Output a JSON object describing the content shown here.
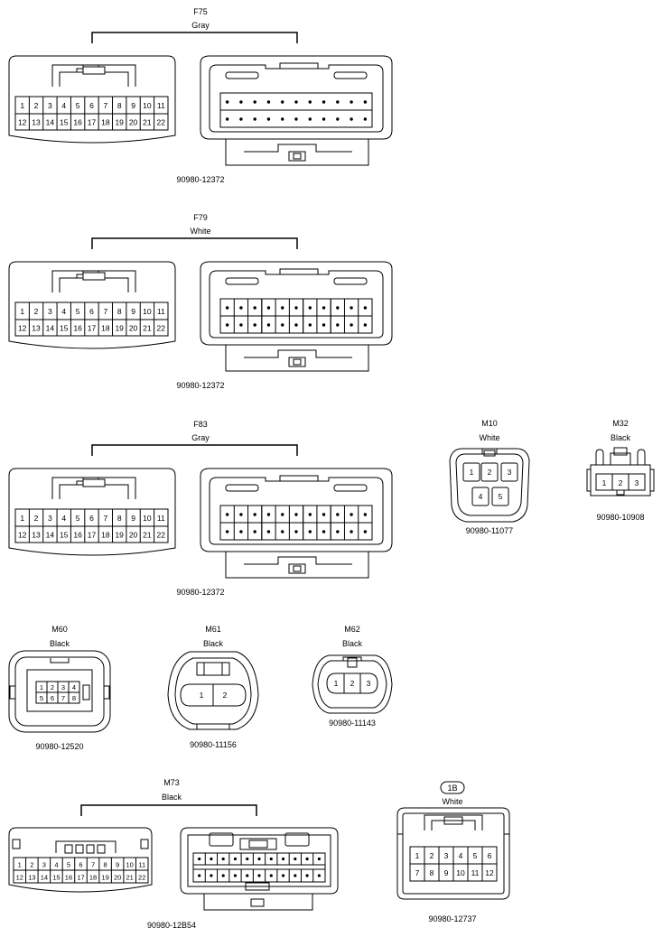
{
  "connectors": {
    "f75": {
      "code": "F75",
      "color": "Gray",
      "part": "90980-12372"
    },
    "f79": {
      "code": "F79",
      "color": "White",
      "part": "90980-12372"
    },
    "f83": {
      "code": "F83",
      "color": "Gray",
      "part": "90980-12372"
    },
    "m10": {
      "code": "M10",
      "color": "White",
      "part": "90980-11077"
    },
    "m32": {
      "code": "M32",
      "color": "Black",
      "part": "90980-10908"
    },
    "m60": {
      "code": "M60",
      "color": "Black",
      "part": "90980-12520"
    },
    "m61": {
      "code": "M61",
      "color": "Black",
      "part": "90980-11156"
    },
    "m62": {
      "code": "M62",
      "color": "Black",
      "part": "90980-11143"
    },
    "m73": {
      "code": "M73",
      "color": "Black",
      "part": "90980-12B54"
    },
    "j1b": {
      "code": "1B",
      "color": "White",
      "part": "90980-12737"
    }
  },
  "pins22": [
    "1",
    "2",
    "3",
    "4",
    "5",
    "6",
    "7",
    "8",
    "9",
    "10",
    "11",
    "12",
    "13",
    "14",
    "15",
    "16",
    "17",
    "18",
    "19",
    "20",
    "21",
    "22"
  ],
  "pins12": [
    "1",
    "2",
    "3",
    "4",
    "5",
    "6",
    "7",
    "8",
    "9",
    "10",
    "11",
    "12"
  ],
  "pins8": [
    "1",
    "2",
    "3",
    "4",
    "5",
    "6",
    "7",
    "8"
  ],
  "pins5": [
    "1",
    "2",
    "3",
    "4",
    "5"
  ],
  "pins3": [
    "1",
    "2",
    "3"
  ],
  "pins2": [
    "1",
    "2"
  ]
}
